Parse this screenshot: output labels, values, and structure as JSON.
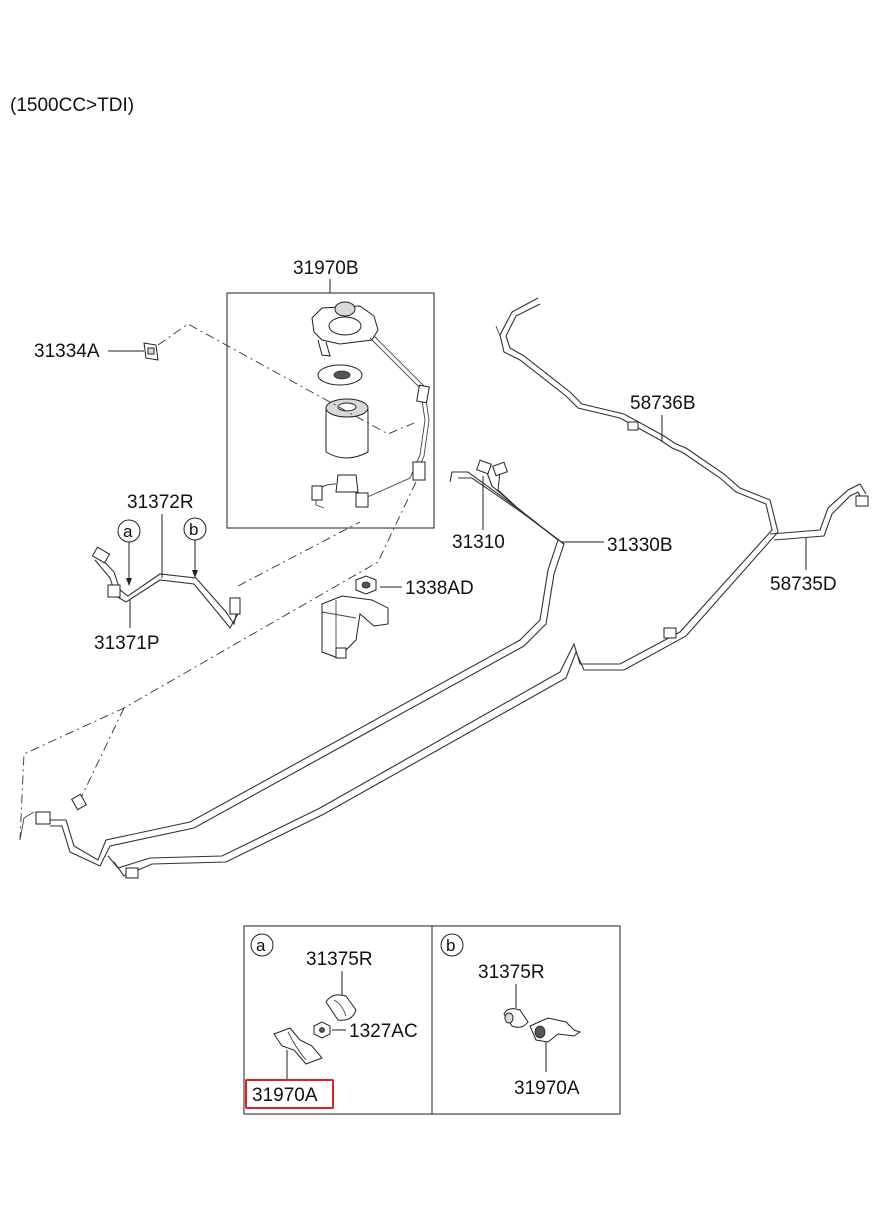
{
  "header": {
    "variant": "(1500CC>TDI)"
  },
  "labels": {
    "p31970B": "31970B",
    "p31334A": "31334A",
    "p31372R": "31372R",
    "p31371P": "31371P",
    "p31310": "31310",
    "p31330B": "31330B",
    "p1338AD": "1338AD",
    "p58736B": "58736B",
    "p58735D": "58735D",
    "callout_a": "a",
    "callout_b": "b"
  },
  "detail_a": {
    "marker": "a",
    "p31375R": "31375R",
    "p1327AC": "1327AC",
    "p31970A": "31970A"
  },
  "detail_b": {
    "marker": "b",
    "p31375R": "31375R",
    "p31970A": "31970A"
  },
  "colors": {
    "line": "#222222",
    "highlight": "#e02020",
    "background": "#ffffff"
  }
}
